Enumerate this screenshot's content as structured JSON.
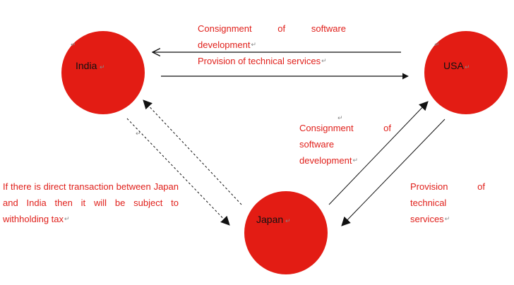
{
  "colors": {
    "node_fill": "#e31c14",
    "annotation_text": "#e0201b",
    "arrow": "#111111",
    "paragraph_mark": "#888888"
  },
  "paragraph_mark": "↵",
  "nodes": {
    "india": {
      "label": "India"
    },
    "usa": {
      "label": "USA"
    },
    "japan": {
      "label": "Japan"
    }
  },
  "annotations": {
    "top": {
      "line_1": "Consignment of software development",
      "line_2": "Provision of technical services"
    },
    "middle": {
      "text": "Consignment of software development"
    },
    "right": {
      "text": "Provision of technical services"
    },
    "left": {
      "text": "If there is direct transaction between Japan and India then it will be subject to withholding tax"
    }
  },
  "arrows": [
    {
      "from": "usa",
      "to": "india",
      "style": "solid"
    },
    {
      "from": "india",
      "to": "usa",
      "style": "solid"
    },
    {
      "from": "japan",
      "to": "usa",
      "style": "solid"
    },
    {
      "from": "usa",
      "to": "japan",
      "style": "solid"
    },
    {
      "from": "india",
      "to": "japan",
      "style": "dashed"
    },
    {
      "from": "japan",
      "to": "india",
      "style": "dashed"
    }
  ]
}
